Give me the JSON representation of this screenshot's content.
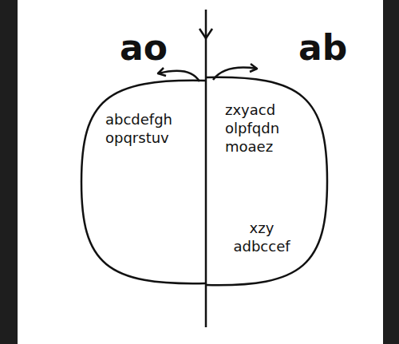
{
  "diagram": {
    "nodes": [
      {
        "text": [
          "abcdefgh opqrstuv"
        ]
      },
      {
        "text": [
          "zxyacd olpfqdn moaez",
          "xzy adbccef"
        ]
      }
    ],
    "labels": [
      "ao",
      "ab"
    ]
  }
}
